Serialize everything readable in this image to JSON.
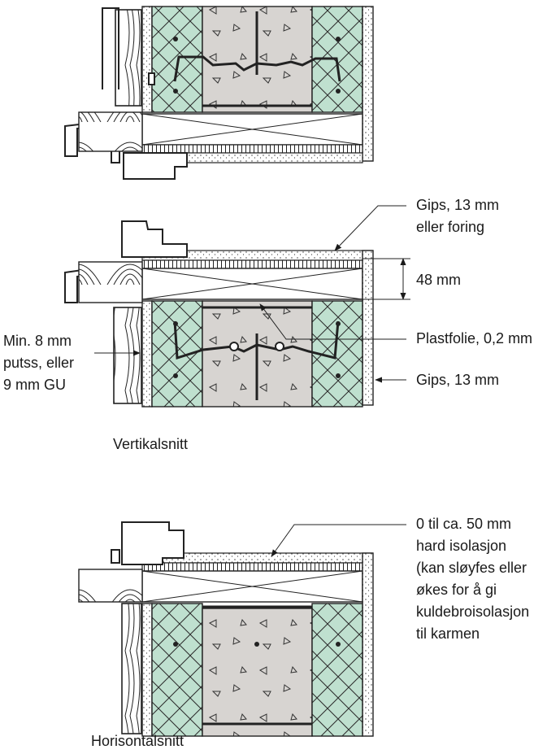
{
  "labels": {
    "gips_top_1": "Gips, 13 mm",
    "gips_top_2": "eller foring",
    "dim_48": "48 mm",
    "plastfolie": "Plastfolie, 0,2 mm",
    "putss_1": "Min. 8 mm",
    "putss_2": "putss, eller",
    "putss_3": "9 mm GU",
    "gips_right": "Gips, 13 mm",
    "vertikalsnitt": "Vertikalsnitt",
    "isolasjon_1": "0 til ca. 50 mm",
    "isolasjon_2": "hard isolasjon",
    "isolasjon_3": "(kan sløyfes eller",
    "isolasjon_4": "økes for å gi",
    "isolasjon_5": "kuldebroisolasjon",
    "isolasjon_6": "til karmen",
    "horisontalsnitt": "Horisontalsnitt"
  },
  "colors": {
    "insulation": "#bfe0cf",
    "concrete": "#d7d4d1",
    "line": "#1a1a1a",
    "background": "#ffffff"
  }
}
